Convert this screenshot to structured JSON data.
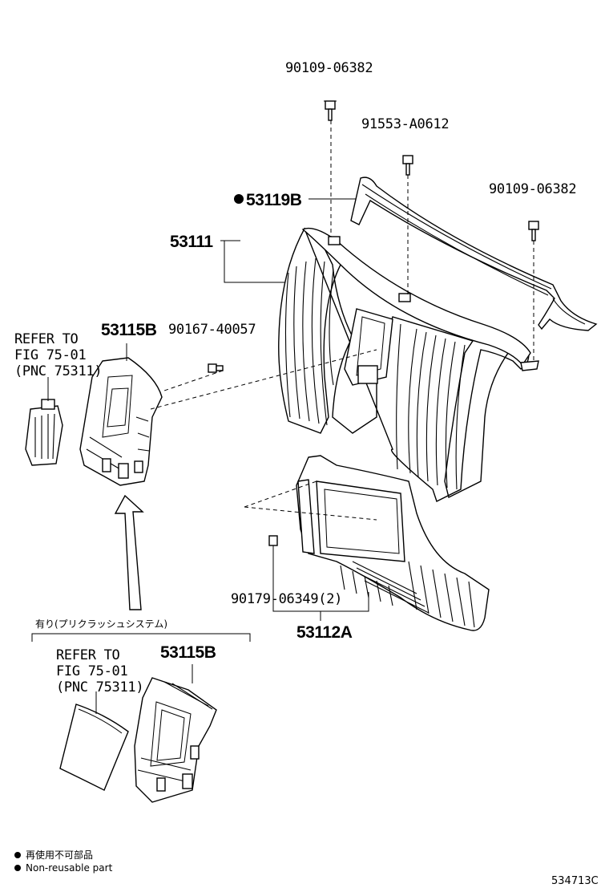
{
  "labels": {
    "bolt_top": "90109-06382",
    "screw_mid": "91553-A0612",
    "bolt_right": "90109-06382",
    "moulding": "53119B",
    "grille_assy": "53111",
    "bracket": "53115B",
    "screw_left": "90167-40057",
    "refer_line1": "REFER TO",
    "refer_line2": "FIG 75-01",
    "refer_line3": "(PNC 75311)",
    "clip": "90179-06349(2)",
    "lower_grille": "53112A",
    "precrash_note": "有り(プリクラッシュシステム)",
    "bracket_alt": "53115B",
    "refer2_line1": "REFER TO",
    "refer2_line2": "FIG 75-01",
    "refer2_line3": "(PNC 75311)"
  },
  "legend": {
    "jp": "再使用不可部品",
    "en": "Non-reusable part"
  },
  "figure_id": "534713C"
}
